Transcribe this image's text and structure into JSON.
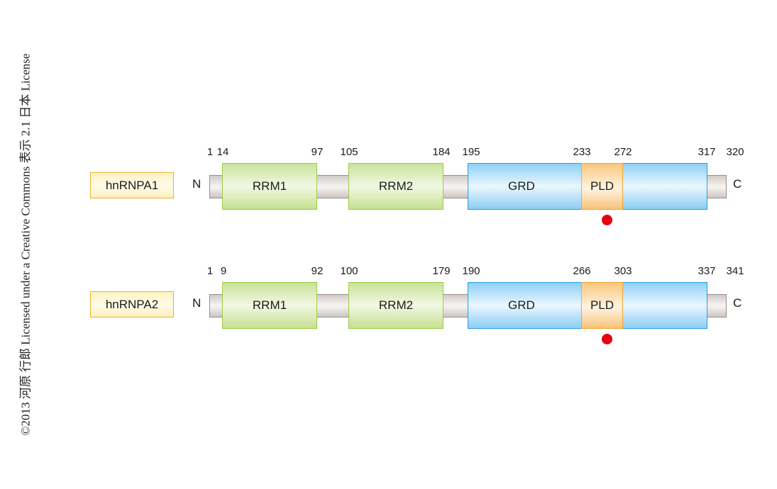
{
  "license_text": "©2013 河原 行郎 Licensed under a Creative Commons 表示 2.1 日本 License",
  "colors": {
    "rrm": "#9ccc45",
    "grd": "#2a9be0",
    "pld": "#f0a830",
    "label_box": "#f0b030",
    "marker": "#e60012"
  },
  "proteins": [
    {
      "name": "hnRNPA1",
      "n_label": "N",
      "c_label": "C",
      "positions": [
        "1",
        "14",
        "97",
        "105",
        "184",
        "195",
        "233",
        "272",
        "317",
        "320"
      ],
      "domains": {
        "rrm1": "RRM1",
        "rrm2": "RRM2",
        "grd": "GRD",
        "pld": "PLD"
      },
      "marker": "red-dot"
    },
    {
      "name": "hnRNPA2",
      "n_label": "N",
      "c_label": "C",
      "positions": [
        "1",
        "9",
        "92",
        "100",
        "179",
        "190",
        "266",
        "303",
        "337",
        "341"
      ],
      "domains": {
        "rrm1": "RRM1",
        "rrm2": "RRM2",
        "grd": "GRD",
        "pld": "PLD"
      },
      "marker": "red-dot"
    }
  ]
}
